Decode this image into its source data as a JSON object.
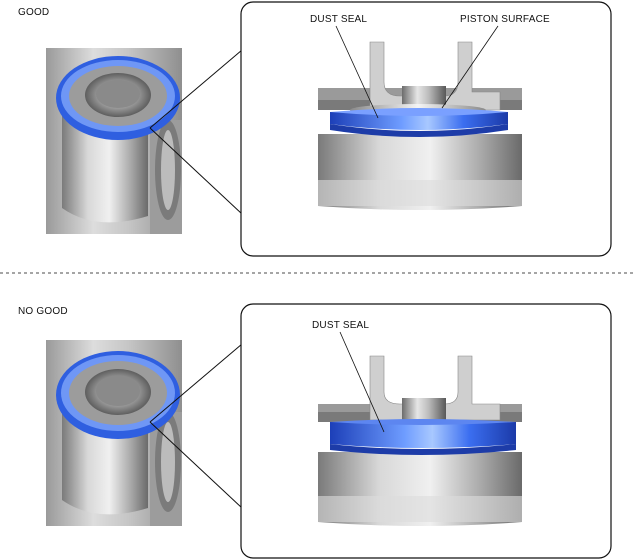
{
  "panels": [
    {
      "status": "GOOD",
      "callouts": [
        "DUST SEAL",
        "PISTON SURFACE"
      ]
    },
    {
      "status": "NO GOOD",
      "callouts": [
        "DUST SEAL"
      ]
    }
  ],
  "colors": {
    "seal_blue": "#2f5fe0",
    "seal_highlight": "#a8c8ff",
    "metal_dark": "#5a5a5a",
    "metal_light": "#e2e2e2",
    "frame": "#111111"
  }
}
